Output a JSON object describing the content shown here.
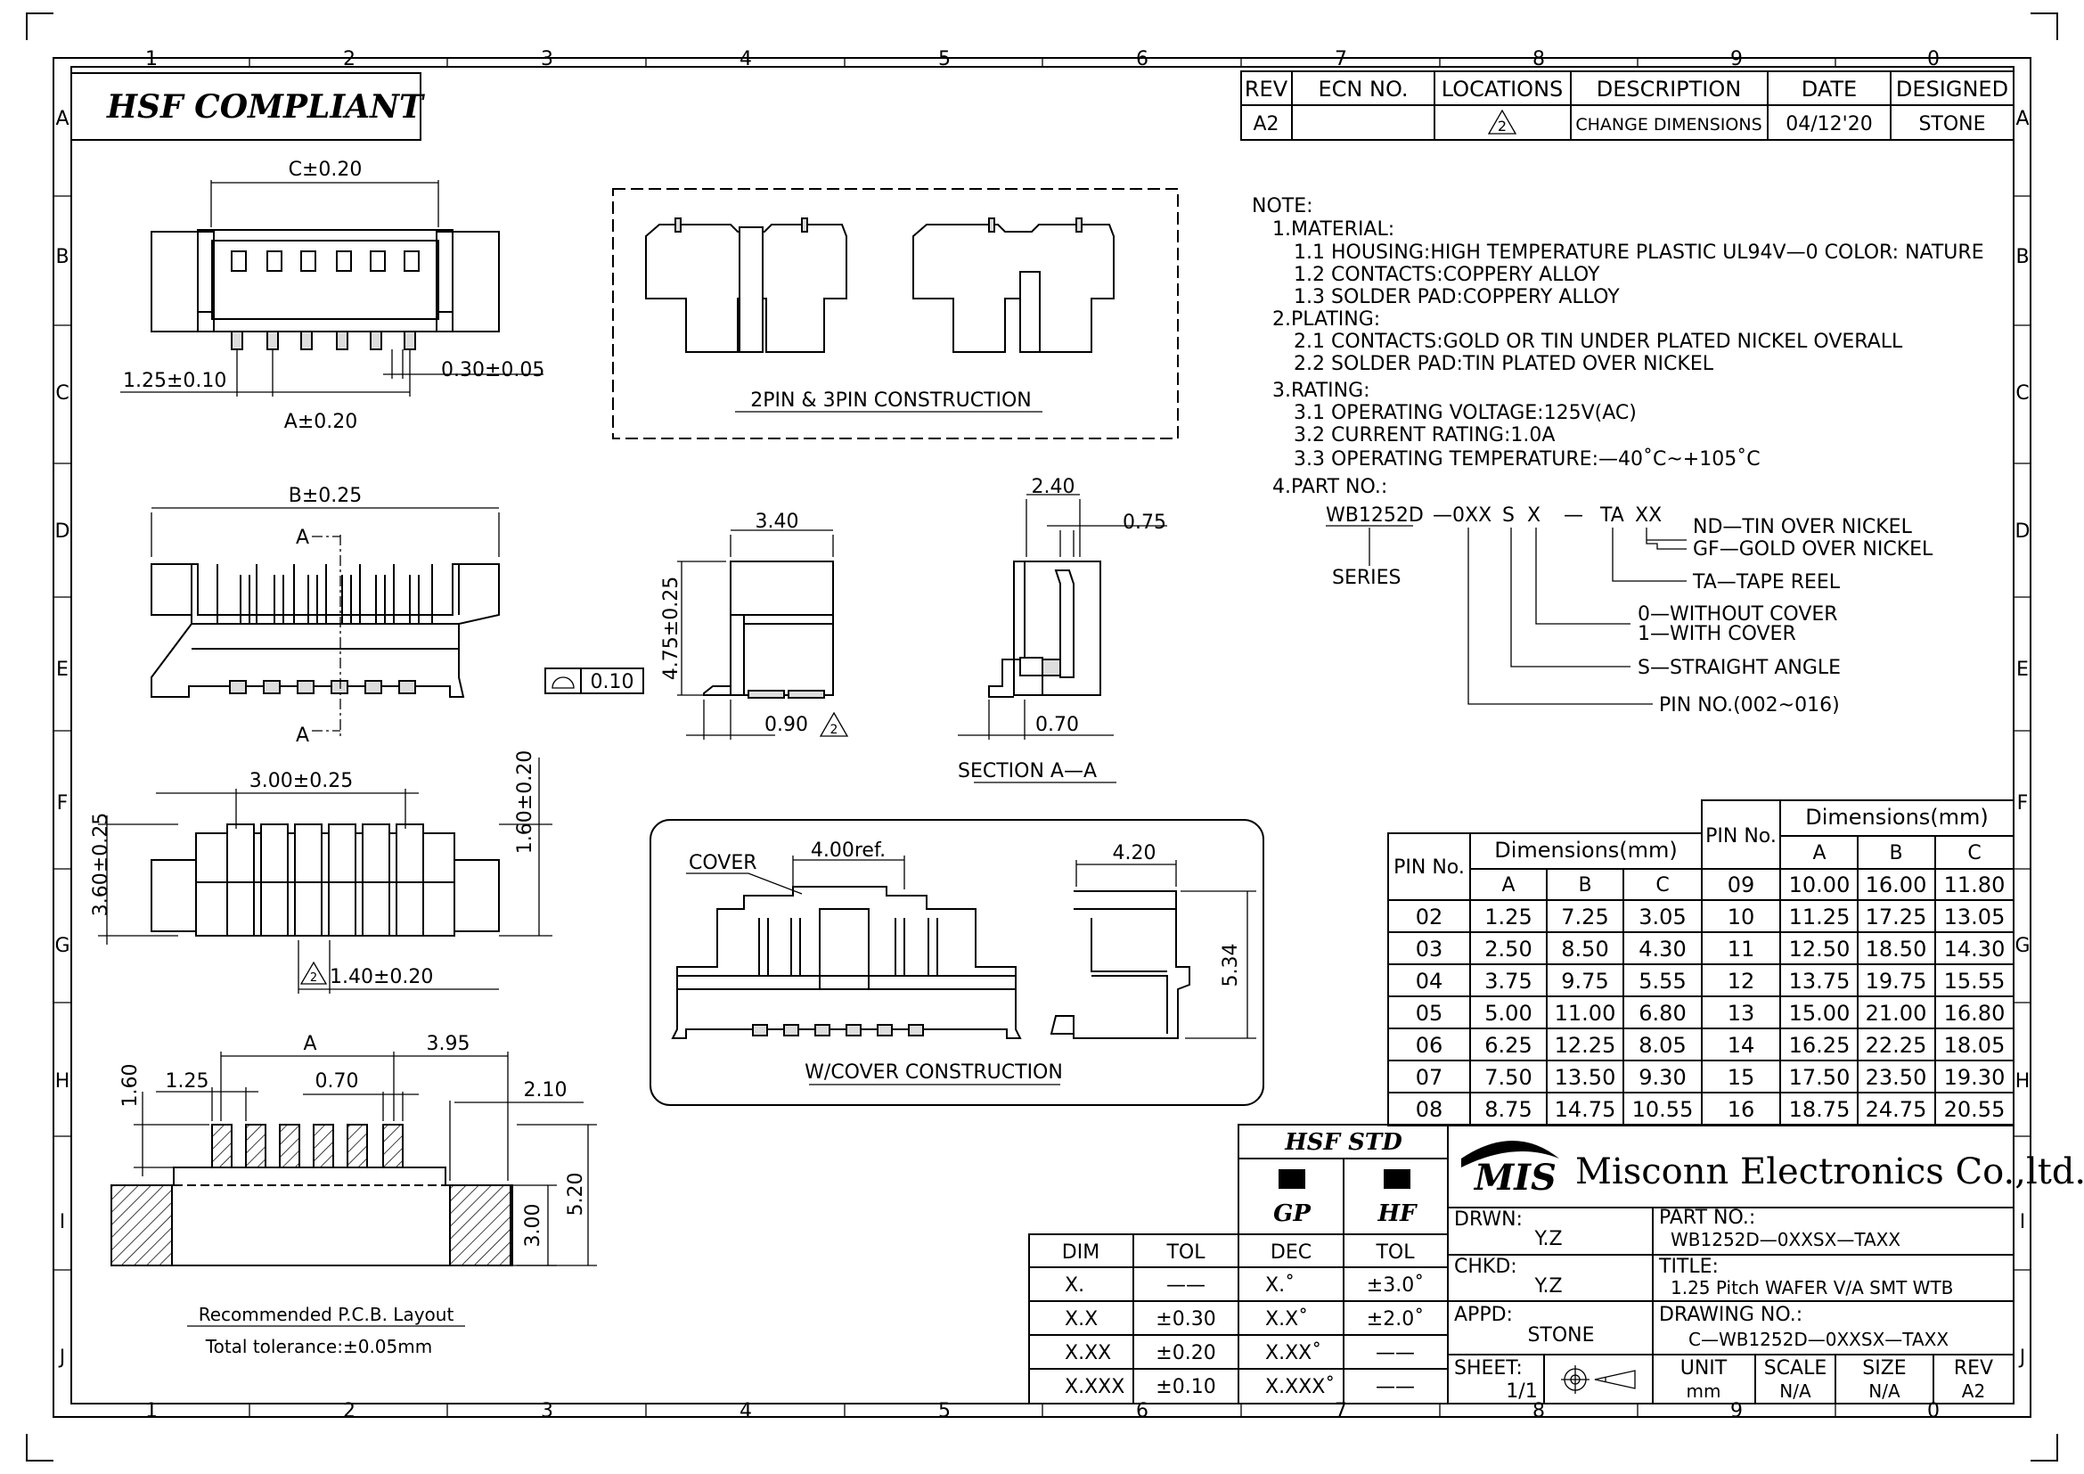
{
  "grid": {
    "cols": [
      "1",
      "2",
      "3",
      "4",
      "5",
      "6",
      "7",
      "8",
      "9",
      "0"
    ],
    "rows": [
      "A",
      "B",
      "C",
      "D",
      "E",
      "F",
      "G",
      "H",
      "I",
      "J"
    ]
  },
  "hsf_compliant": "HSF COMPLIANT",
  "revision_table": {
    "headers": [
      "REV",
      "ECN NO.",
      "LOCATIONS",
      "DESCRIPTION",
      "DATE",
      "DESIGNED"
    ],
    "row": {
      "rev": "A2",
      "ecn": "",
      "location": "2",
      "description": "CHANGE DIMENSIONS",
      "date": "04/12'20",
      "designed": "STONE"
    }
  },
  "notes": [
    "NOTE:",
    "1.MATERIAL:",
    "1.1  HOUSING:HIGH  TEMPERATURE  PLASTIC  UL94V—0  COLOR:  NATURE",
    "1.2  CONTACTS:COPPERY  ALLOY",
    "1.3  SOLDER  PAD:COPPERY  ALLOY",
    "2.PLATING:",
    "2.1  CONTACTS:GOLD  OR  TIN  UNDER  PLATED  NICKEL  OVERALL",
    "2.2  SOLDER  PAD:TIN  PLATED  OVER  NICKEL",
    "3.RATING:",
    "3.1  OPERATING  VOLTAGE:125V(AC)",
    "3.2  CURRENT  RATING:1.0A",
    "3.3  OPERATING  TEMPERATURE:—40˚C~+105˚C",
    "4.PART  NO.:"
  ],
  "part_no": {
    "series": "WB1252D",
    "pins": "—0XX",
    "s": "S",
    "x": "X",
    "dash": "—",
    "ta": "TA",
    "xx": "XX",
    "series_label": "SERIES",
    "nd": "ND—TIN  OVER  NICKEL",
    "gf": "GF—GOLD  OVER  NICKEL",
    "ta_label": "TA—TAPE  REEL",
    "cover0": "0—WITHOUT  COVER",
    "cover1": "1—WITH  COVER",
    "straight": "S—STRAIGHT  ANGLE",
    "pinno": "PIN  NO.(002~016)"
  },
  "views": {
    "top_c": "C±0.20",
    "top_125": "1.25±0.10",
    "top_030": "0.30±0.05",
    "top_a": "A±0.20",
    "construction_label": "2PIN  &  3PIN  CONSTRUCTION",
    "front_b": "B±0.25",
    "front_a_top": "A",
    "front_a_bot": "A",
    "side_340": "3.40",
    "side_475": "4.75±0.25",
    "side_flat": "0.10",
    "side_090": "0.90",
    "side_tri": "2",
    "sec_240": "2.40",
    "sec_075": "0.75",
    "sec_070": "0.70",
    "section_label": "SECTION  A—A",
    "bot_300": "3.00±0.25",
    "bot_160": "1.60±0.20",
    "bot_360": "3.60±0.25",
    "bot_140": "1.40±0.20",
    "bot_tri": "2",
    "cover_label": "COVER",
    "cover_400": "4.00ref.",
    "cover_420": "4.20",
    "cover_534": "5.34",
    "cover_construction": "W/COVER  CONSTRUCTION",
    "pcb_a": "A",
    "pcb_395": "3.95",
    "pcb_160": "1.60",
    "pcb_125": "1.25",
    "pcb_070": "0.70",
    "pcb_210": "2.10",
    "pcb_520": "5.20",
    "pcb_300": "3.00",
    "pcb_title": "Recommended  P.C.B.  Layout",
    "pcb_tol": "Total  tolerance:±0.05mm"
  },
  "dim_table_left": {
    "pin_header": "PIN  No.",
    "dim_header": "Dimensions(mm)",
    "cols": [
      "A",
      "B",
      "C"
    ],
    "rows": [
      [
        "02",
        "1.25",
        "7.25",
        "3.05"
      ],
      [
        "03",
        "2.50",
        "8.50",
        "4.30"
      ],
      [
        "04",
        "3.75",
        "9.75",
        "5.55"
      ],
      [
        "05",
        "5.00",
        "11.00",
        "6.80"
      ],
      [
        "06",
        "6.25",
        "12.25",
        "8.05"
      ],
      [
        "07",
        "7.50",
        "13.50",
        "9.30"
      ],
      [
        "08",
        "8.75",
        "14.75",
        "10.55"
      ]
    ]
  },
  "dim_table_right": {
    "pin_header": "PIN  No.",
    "dim_header": "Dimensions(mm)",
    "cols": [
      "A",
      "B",
      "C"
    ],
    "rows": [
      [
        "09",
        "10.00",
        "16.00",
        "11.80"
      ],
      [
        "10",
        "11.25",
        "17.25",
        "13.05"
      ],
      [
        "11",
        "12.50",
        "18.50",
        "14.30"
      ],
      [
        "12",
        "13.75",
        "19.75",
        "15.55"
      ],
      [
        "13",
        "15.00",
        "21.00",
        "16.80"
      ],
      [
        "14",
        "16.25",
        "22.25",
        "18.05"
      ],
      [
        "15",
        "17.50",
        "23.50",
        "19.30"
      ],
      [
        "16",
        "18.75",
        "24.75",
        "20.55"
      ]
    ]
  },
  "tol_table": {
    "headers": [
      "DIM",
      "TOL",
      "DEC",
      "TOL"
    ],
    "rows": [
      [
        "X.",
        "——",
        "X.˚",
        "±3.0˚"
      ],
      [
        "X.X",
        "±0.30",
        "X.X˚",
        "±2.0˚"
      ],
      [
        "X.XX",
        "±0.20",
        "X.XX˚",
        "——"
      ],
      [
        "X.XXX",
        "±0.10",
        "X.XXX˚",
        "——"
      ]
    ]
  },
  "hsf_std": {
    "title": "HSF  STD",
    "gp": "GP",
    "hf": "HF"
  },
  "title_block": {
    "logo": "MIS",
    "company": "Misconn Electronics Co.,ltd.",
    "drwn_label": "DRWN:",
    "drwn": "Y.Z",
    "chkd_label": "CHKD:",
    "chkd": "Y.Z",
    "appd_label": "APPD:",
    "appd": "STONE",
    "sheet_label": "SHEET:",
    "sheet": "1/1",
    "part_label": "PART  NO.:",
    "part": "WB1252D—0XXSX—TAXX",
    "title_label": "TITLE:",
    "title": "1.25  Pitch  WAFER  V/A  SMT  WTB",
    "drawing_label": "DRAWING  NO.:",
    "drawing": "C—WB1252D—0XXSX—TAXX",
    "unit_label": "UNIT",
    "unit": "mm",
    "scale_label": "SCALE",
    "scale": "N/A",
    "size_label": "SIZE",
    "size": "N/A",
    "rev_label": "REV",
    "rev": "A2"
  }
}
